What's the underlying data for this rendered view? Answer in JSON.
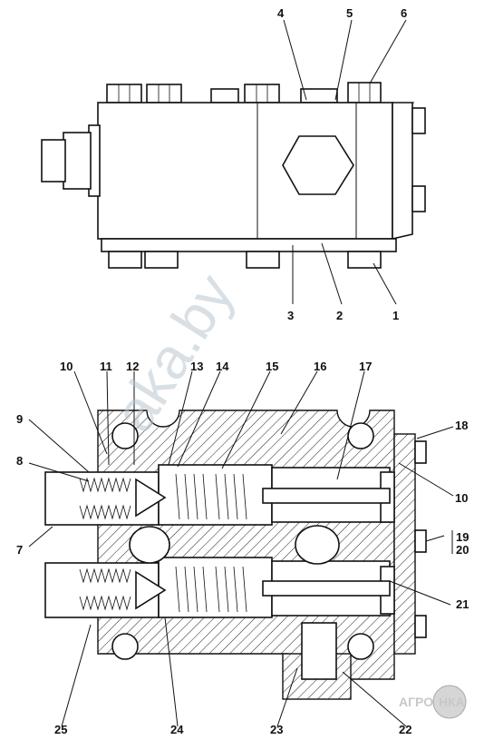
{
  "drawing": {
    "watermark": "aka.by",
    "logo_left": "АГРО",
    "logo_right": "НКА"
  },
  "labels": {
    "p1": "1",
    "p2": "2",
    "p3": "3",
    "p4": "4",
    "p5": "5",
    "p6": "6",
    "p7": "7",
    "p8": "8",
    "p9": "9",
    "p10": "10",
    "p11": "11",
    "p12": "12",
    "p13": "13",
    "p14": "14",
    "p15": "15",
    "p16": "16",
    "p17": "17",
    "p18": "18",
    "p19": "19",
    "p20": "20",
    "p21": "21",
    "p22": "22",
    "p23": "23",
    "p24": "24",
    "p25": "25"
  },
  "colors": {
    "line": "#111111",
    "background": "#ffffff",
    "watermark": "#b9c6cf",
    "logo": "#c8c8c8"
  }
}
